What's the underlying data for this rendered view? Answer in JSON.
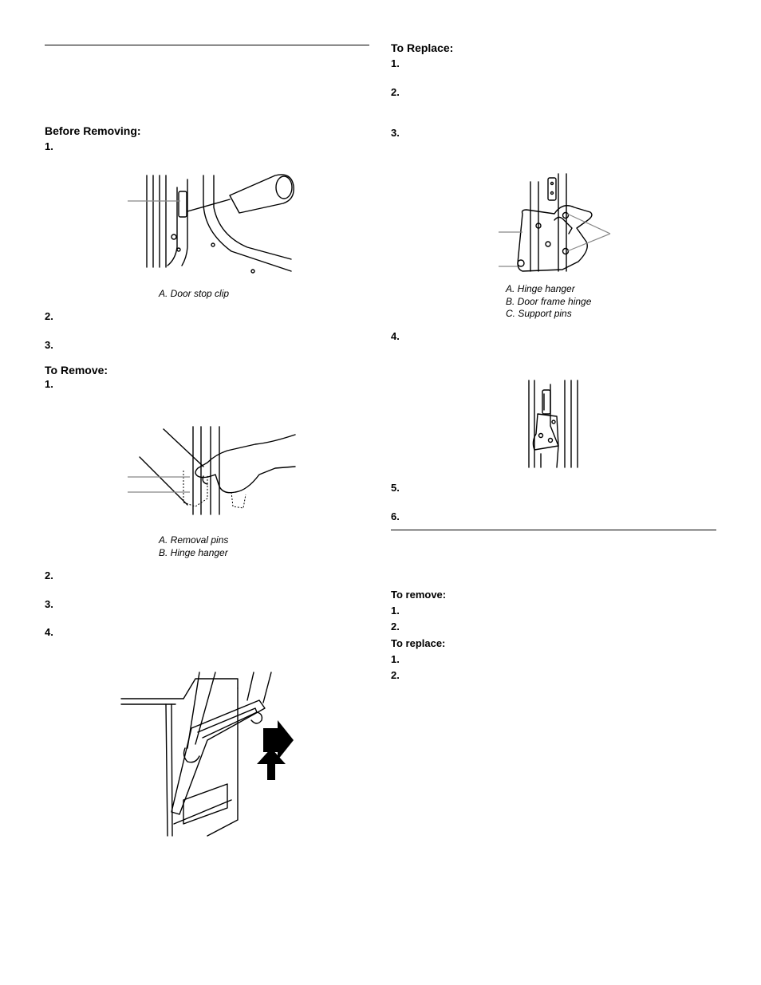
{
  "left": {
    "before_removing": {
      "heading": "Before Removing:",
      "steps": [
        "1.",
        "2.",
        "3."
      ],
      "figure_captions": [
        "A. Door stop clip"
      ]
    },
    "to_remove": {
      "heading": "To Remove:",
      "steps": [
        "1.",
        "2.",
        "3.",
        "4."
      ],
      "figure_captions": [
        "A. Removal pins",
        "B. Hinge hanger"
      ]
    }
  },
  "right": {
    "to_replace": {
      "heading": "To Replace:",
      "steps": [
        "1.",
        "2.",
        "3.",
        "4.",
        "5.",
        "6."
      ],
      "figure_captions": [
        "A. Hinge hanger",
        "B. Door frame hinge",
        "C. Support pins"
      ]
    },
    "lower": {
      "to_remove_heading": "To remove:",
      "to_remove_steps": [
        "1.",
        "2."
      ],
      "to_replace_heading": "To replace:",
      "to_replace_steps": [
        "1.",
        "2."
      ]
    }
  }
}
